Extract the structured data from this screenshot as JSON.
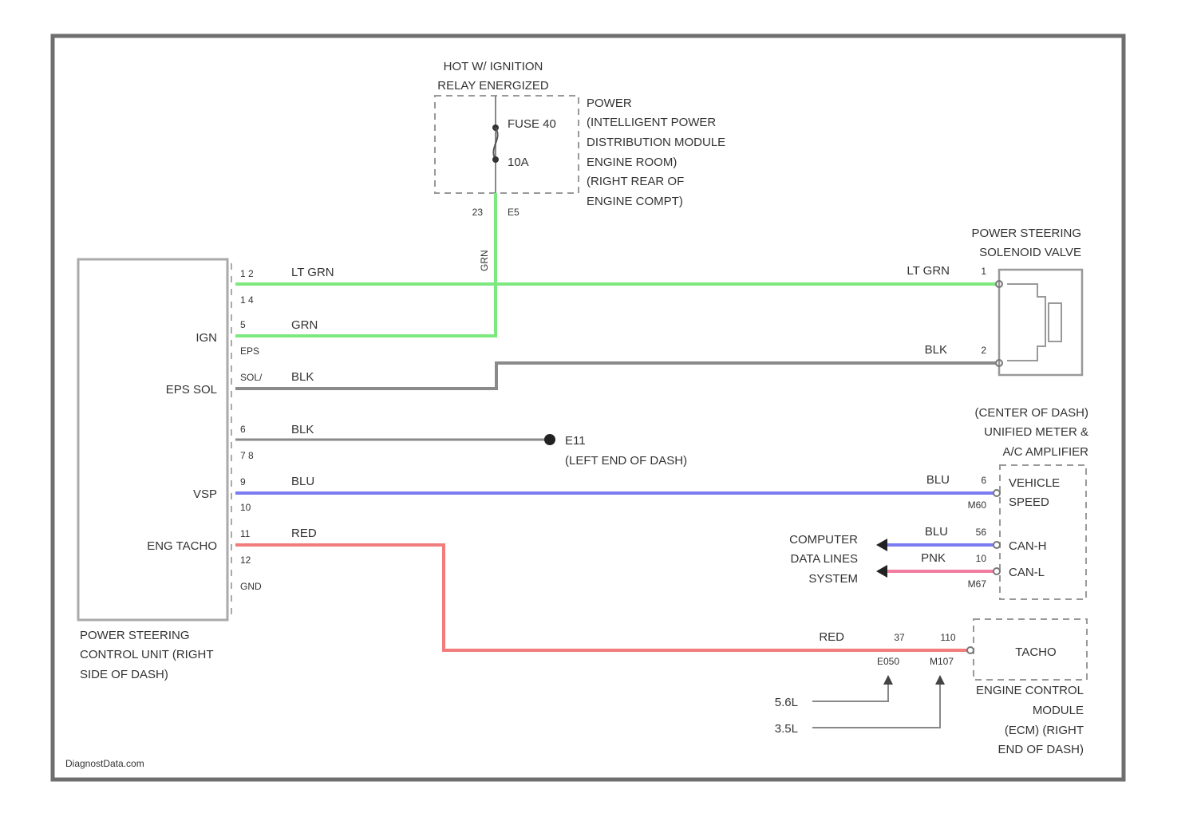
{
  "fuse_box": {
    "header_line1": "HOT W/ IGNITION",
    "header_line2": "RELAY ENERGIZED",
    "fuse_name": "FUSE 40",
    "fuse_rating": "10A",
    "pin_left": "23",
    "pin_right": "E5",
    "desc": [
      "POWER",
      "(INTELLIGENT POWER",
      "DISTRIBUTION MODULE",
      "ENGINE ROOM)",
      "(RIGHT REAR OF",
      "ENGINE COMPT)"
    ]
  },
  "ecu": {
    "pins": {
      "p1_2": "1 2",
      "p1_4": "1 4",
      "p5": "5",
      "pE": "EPS",
      "p_sol": "SOL/",
      "p6": "6",
      "p7_8": "7 8",
      "p9": "9",
      "p10": "10",
      "p11": "11",
      "p12": "12",
      "p_gnd": "GND"
    },
    "labels": {
      "ign": "IGN",
      "eps_sol": "EPS SOL",
      "vsp": "VSP",
      "eng_tacho": "ENG TACHO"
    },
    "name": [
      "POWER STEERING",
      "CONTROL UNIT (RIGHT",
      "SIDE OF DASH)"
    ]
  },
  "wires": {
    "lt_grn_left": "LT GRN",
    "lt_grn_right": "LT GRN",
    "grn": "GRN",
    "grn_vertical": "GRN",
    "blk_sol": "BLK",
    "blk_sol_right": "BLK",
    "blk_ground": "BLK",
    "blu_left": "BLU",
    "blu_right": "BLU",
    "red_left": "RED",
    "red_right": "RED",
    "can_blu": "BLU",
    "can_pnk": "PNK"
  },
  "valve": {
    "name": [
      "POWER STEERING",
      "SOLENOID VALVE"
    ],
    "pin1": "1",
    "pin2": "2"
  },
  "ground": {
    "code": "E11",
    "location": "(LEFT END OF DASH)"
  },
  "meter": {
    "name": [
      "(CENTER OF DASH)",
      "UNIFIED METER &",
      "A/C AMPLIFIER"
    ],
    "vehicle_speed": [
      "VEHICLE",
      "SPEED"
    ],
    "can_h": "CAN-H",
    "can_l": "CAN-L",
    "pin_vsp": "6",
    "conn_vsp": "M60",
    "pin_canh": "56",
    "pin_canl": "10",
    "conn_can": "M67"
  },
  "computer_data": [
    "COMPUTER",
    "DATA LINES",
    "SYSTEM"
  ],
  "ecm": {
    "tacho": "TACHO",
    "pin_a": "37",
    "pin_b": "110",
    "conn_a": "E050",
    "conn_b": "M107",
    "engine_a": "5.6L",
    "engine_b": "3.5L",
    "name": [
      "ENGINE CONTROL",
      "MODULE",
      "(ECM) (RIGHT",
      "END OF DASH)"
    ]
  },
  "watermark": "DiagnostData.com",
  "colors": {
    "lt_grn": "#7de87d",
    "grn": "#7de87d",
    "blk": "#8a8a8a",
    "blu": "#7b7bf2",
    "red": "#f27b7b",
    "pnk": "#f27ba0",
    "frame": "#6e6e6e"
  }
}
